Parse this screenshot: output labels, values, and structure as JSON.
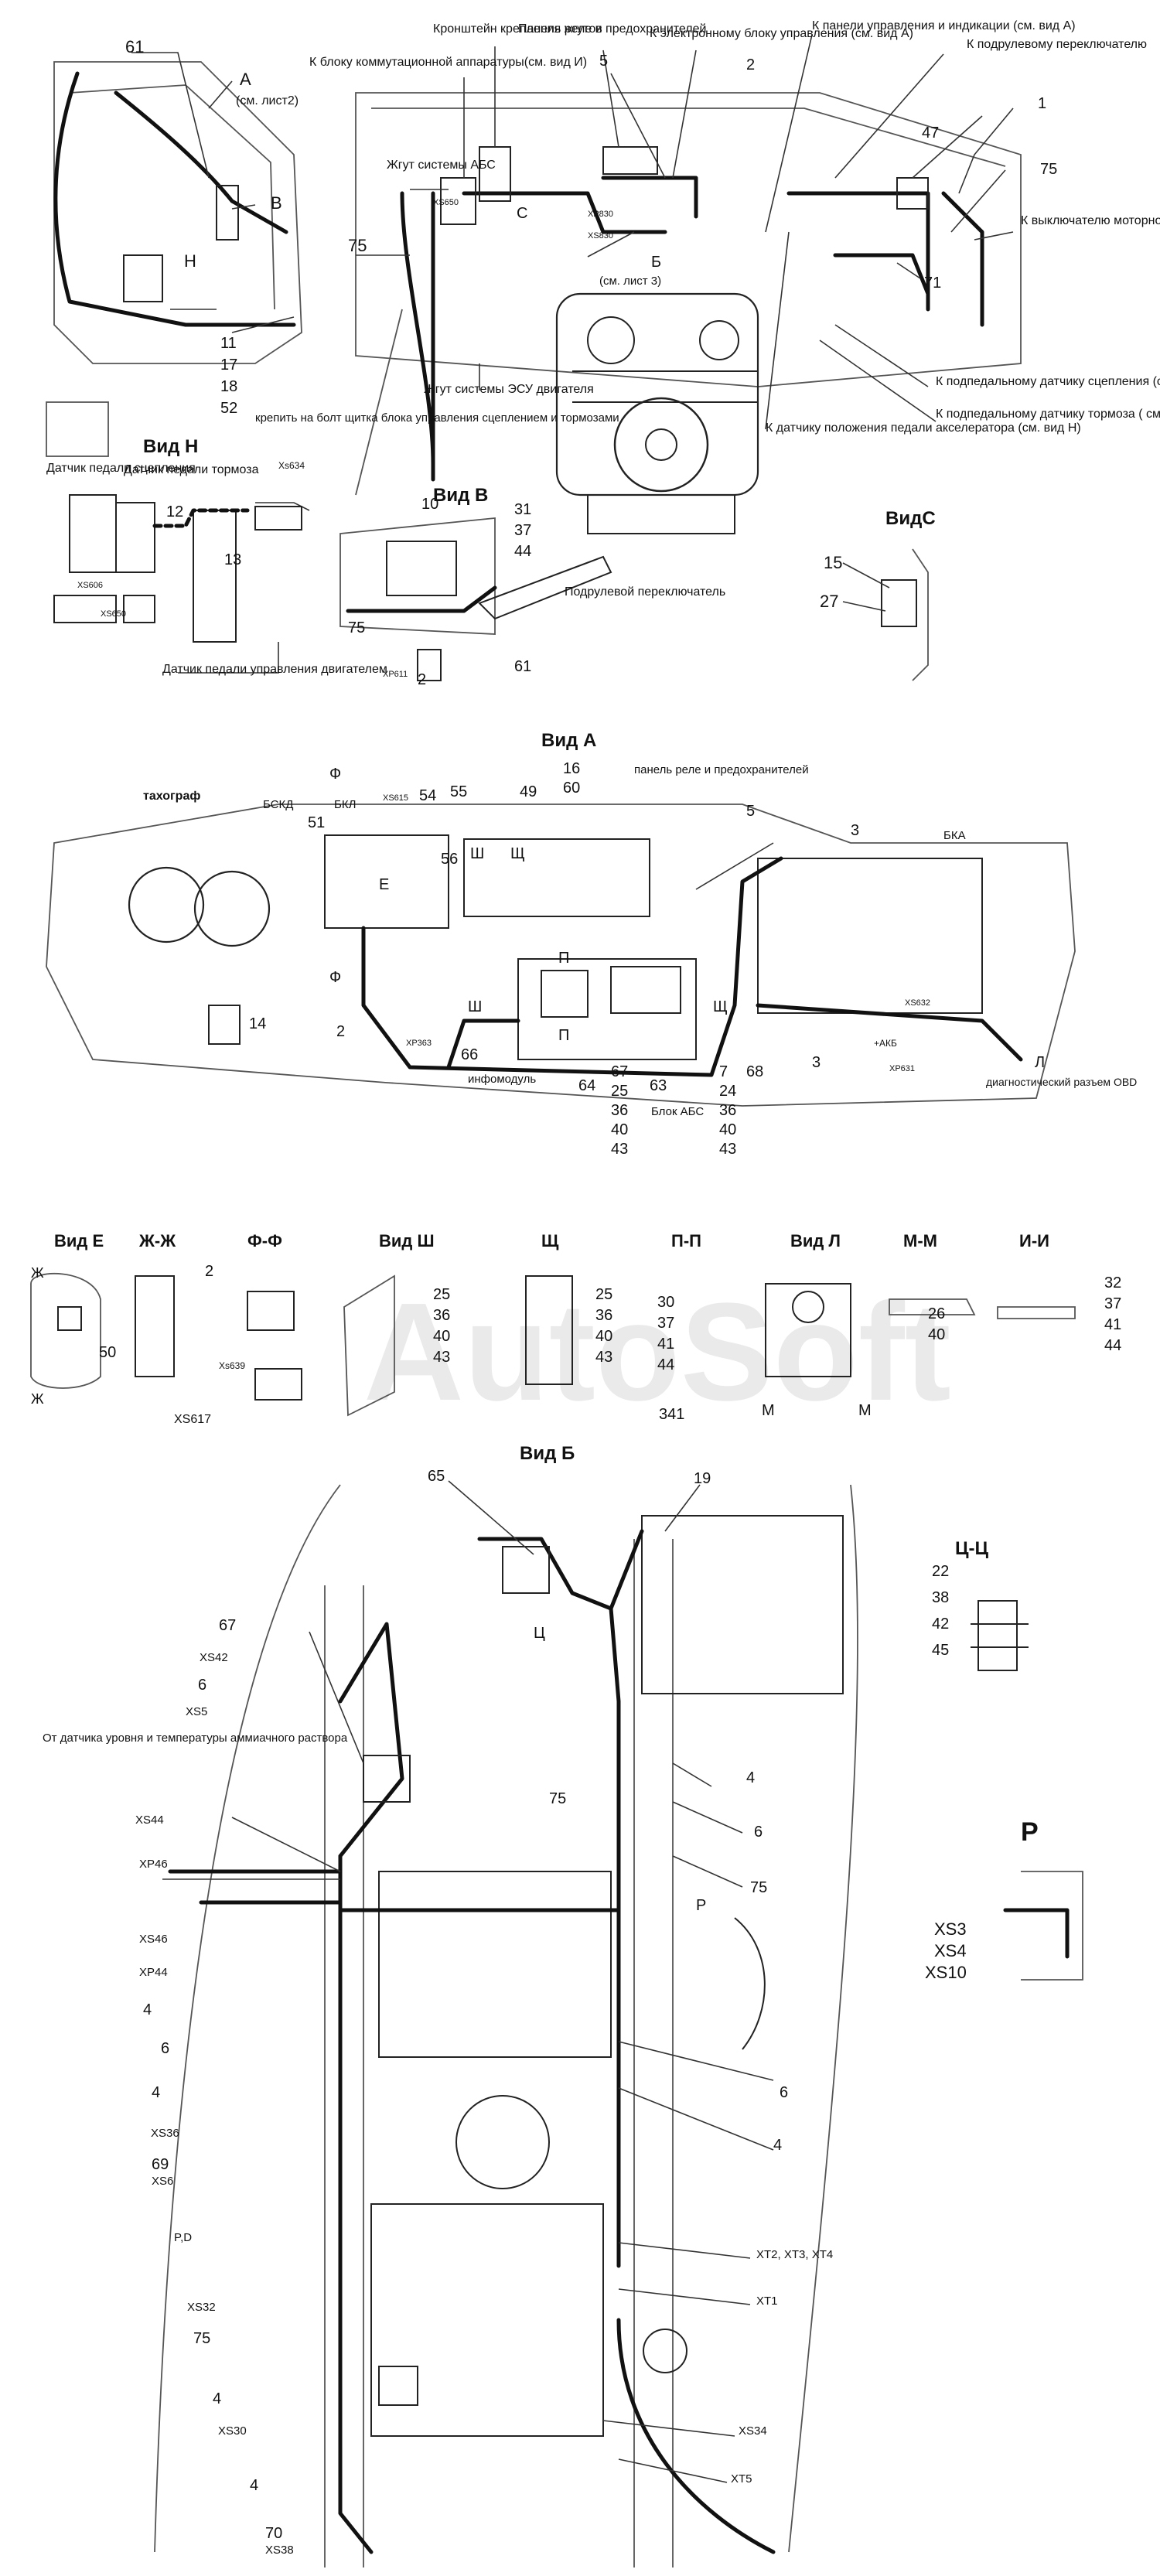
{
  "top": {
    "n61": "61",
    "a_letter": "А",
    "a_ref": "(см. лист2)",
    "b_letter": "В",
    "h_letter": "Н",
    "parts_left": [
      "11",
      "17",
      "18",
      "52"
    ],
    "n75": "75",
    "abs_harness": "Жгут системы АБС",
    "bracket_label": "Кронштейн крепления жгутов",
    "to_switch_block": "К блоку коммутационной аппаратуры(см. вид И)",
    "relay_panel": "Панель реле и предохранителей",
    "n5": "5",
    "to_ecu": "К электронному блоку управления (см. вид А)",
    "n2": "2",
    "to_control_panel": "К панели управления и индикации (см. вид А)",
    "to_steering_switch": "К подрулевому переключателю",
    "n47": "47",
    "n1": "1",
    "n75b": "75",
    "to_engine_brake": "К выключателю моторного тормоза",
    "n71": "71",
    "c_letter": "С",
    "b_view": "Б",
    "b_ref": "(см. лист 3)",
    "xs_conn": "XS650",
    "xp_conn": "XP830",
    "xs_conn2": "XS830",
    "ecu_harness": "Жгут системы ЭСУ двигателя",
    "to_clutch_sensor": "К подпедальному датчику сцепления (см. вид Н)",
    "to_brake_sensor": "К подпедальному датчику тормоза ( см. вид Н)",
    "to_accel_sensor": "К датчику положения педали акселератора (см. вид Н)"
  },
  "vidH": {
    "title": "Вид Н",
    "clutch_sensor": "Датчик педали сцепления",
    "brake_sensor": "Датчик педали тормоза",
    "fix_note": "крепить на болт щитка блока управления сцеплением и тормозами",
    "xs634": "Xs634",
    "n12": "12",
    "n13": "13",
    "xs606": "XS606",
    "xs650": "XS650",
    "engine_pedal": "Датчик педали управления двигателем"
  },
  "vidB": {
    "title": "Вид В",
    "n10": "10",
    "n31": "31",
    "n37": "37",
    "n44": "44",
    "n75": "75",
    "n2": "2",
    "n61": "61",
    "xp611": "XP611",
    "steering_switch": "Подрулевой переключатель"
  },
  "vidC": {
    "title": "ВидС",
    "n15": "15",
    "n27": "27"
  },
  "vidA": {
    "title": "Вид А",
    "relay_panel": "панель реле и предохранителей",
    "tachograph": "тахограф",
    "bskd": "БСКД",
    "bkl": "БКЛ",
    "f_letter": "Ф",
    "n51": "51",
    "xs615": "XS615",
    "n54": "54",
    "n55": "55",
    "n49": "49",
    "n16": "16",
    "n60": "60",
    "n5": "5",
    "n3": "3",
    "bka": "БКА",
    "e_letter": "Е",
    "n56": "56",
    "sh_letter": "Ш",
    "sch_letter": "Щ",
    "p_letter": "П",
    "n14": "14",
    "n2": "2",
    "xp363": "XP363",
    "infomodule": "инфомодуль",
    "n66": "66",
    "n64": "64",
    "parts_67": [
      "67",
      "25",
      "36",
      "40",
      "43"
    ],
    "n63": "63",
    "parts_7": [
      "7",
      "24",
      "36",
      "40",
      "43"
    ],
    "n68": "68",
    "abs_block": "Блок АБС",
    "n3b": "3",
    "akb_label": "+АКБ",
    "l_letter": "Л",
    "obd": "диагностический разъем OBD",
    "xp631": "XP631",
    "xs632": "XS632"
  },
  "row3": {
    "vidE": "Вид Е",
    "zh_zh": "Ж-Ж",
    "zh_letter": "Ж",
    "n50": "50",
    "xs617": "XS617",
    "f_f": "Ф-Ф",
    "n2": "2",
    "xs639": "Xs639",
    "vidSh": "Вид Ш",
    "parts_sh": [
      "25",
      "36",
      "40",
      "43"
    ],
    "sch": "Щ",
    "parts_sch": [
      "25",
      "36",
      "40",
      "43"
    ],
    "p_p": "П-П",
    "parts_pp": [
      "30",
      "37",
      "41",
      "44"
    ],
    "vidL": "Вид Л",
    "m_letter": "М",
    "m_m": "М-М",
    "parts_mm": [
      "26",
      "40"
    ],
    "i_i": "И-И",
    "parts_ii": [
      "32",
      "37",
      "41",
      "44"
    ],
    "sheet_num": "341"
  },
  "vidBB": {
    "title": "Вид Б",
    "n65": "65",
    "n19": "19",
    "ts_letter": "Ц",
    "n67": "67",
    "xs42": "XS42",
    "n6a": "6",
    "xs5": "XS5",
    "ammonia_sensor": "От датчика уровня и температуры аммиачного раствора",
    "xs44": "XS44",
    "xp46": "XP46",
    "xs46": "XS46",
    "xp44": "XP44",
    "n4a": "4",
    "n6b": "6",
    "n4b": "4",
    "xs36": "XS36",
    "n69": "69",
    "xs6": "XS6",
    "pd": "P,D",
    "xs32": "XS32",
    "n75a": "75",
    "n4c": "4",
    "xs30": "XS30",
    "n4d": "4",
    "n70": "70",
    "xs38": "XS38",
    "n75b": "75",
    "n4e": "4",
    "n6c": "6",
    "n75c": "75",
    "p_letter": "Р",
    "n6d": "6",
    "n4f": "4",
    "xt234": "XT2, XT3, XT4",
    "xt1": "XT1",
    "xs34": "XS34",
    "xt5": "XT5"
  },
  "tsts": {
    "title": "Ц-Ц",
    "parts": [
      "22",
      "38",
      "42",
      "45"
    ]
  },
  "viewP": {
    "title": "Р",
    "labels": [
      "XS3",
      "XS4",
      "XS10"
    ]
  },
  "watermark": "AutoSoft"
}
